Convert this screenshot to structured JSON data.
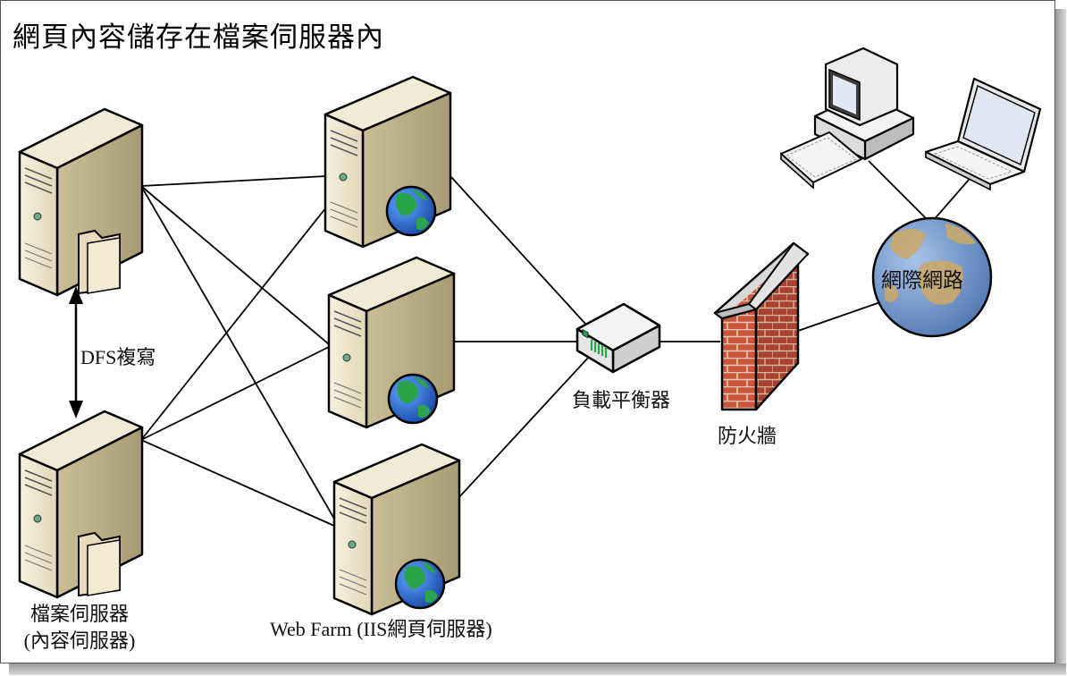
{
  "title": "網頁內容儲存在檔案伺服器內",
  "labels": {
    "dfs": "DFS複寫",
    "file_server_line1": "檔案伺服器",
    "file_server_line2": "(內容伺服器)",
    "web_farm": "Web Farm (IIS網頁伺服器)",
    "load_balancer": "負載平衡器",
    "firewall": "防火牆",
    "internet": "網際網路"
  },
  "nodes": [
    {
      "id": "file-server-1",
      "kind": "file-server"
    },
    {
      "id": "file-server-2",
      "kind": "file-server"
    },
    {
      "id": "web-server-1",
      "kind": "web-server"
    },
    {
      "id": "web-server-2",
      "kind": "web-server"
    },
    {
      "id": "web-server-3",
      "kind": "web-server"
    },
    {
      "id": "load-balancer",
      "kind": "load-balancer"
    },
    {
      "id": "firewall",
      "kind": "firewall"
    },
    {
      "id": "internet",
      "kind": "globe"
    },
    {
      "id": "desktop-client",
      "kind": "desktop"
    },
    {
      "id": "laptop-client",
      "kind": "laptop"
    }
  ],
  "edges": [
    [
      "file-server-1",
      "web-server-1"
    ],
    [
      "file-server-1",
      "web-server-2"
    ],
    [
      "file-server-1",
      "web-server-3"
    ],
    [
      "file-server-2",
      "web-server-1"
    ],
    [
      "file-server-2",
      "web-server-2"
    ],
    [
      "file-server-2",
      "web-server-3"
    ],
    [
      "web-server-1",
      "load-balancer"
    ],
    [
      "web-server-2",
      "load-balancer"
    ],
    [
      "web-server-3",
      "load-balancer"
    ],
    [
      "load-balancer",
      "firewall"
    ],
    [
      "firewall",
      "internet"
    ],
    [
      "internet",
      "desktop-client"
    ],
    [
      "internet",
      "laptop-client"
    ],
    [
      "file-server-1",
      "file-server-2"
    ]
  ],
  "colors": {
    "server_light": "#f3ecd9",
    "server_mid": "#d9cdaa",
    "server_dark": "#a89a72",
    "brick": "#c8553f",
    "globe_ocean": "#6f93c7",
    "globe_land": "#c9a86a",
    "web_globe_land": "#2aa34a",
    "web_globe_ocean": "#1e5fc2"
  }
}
